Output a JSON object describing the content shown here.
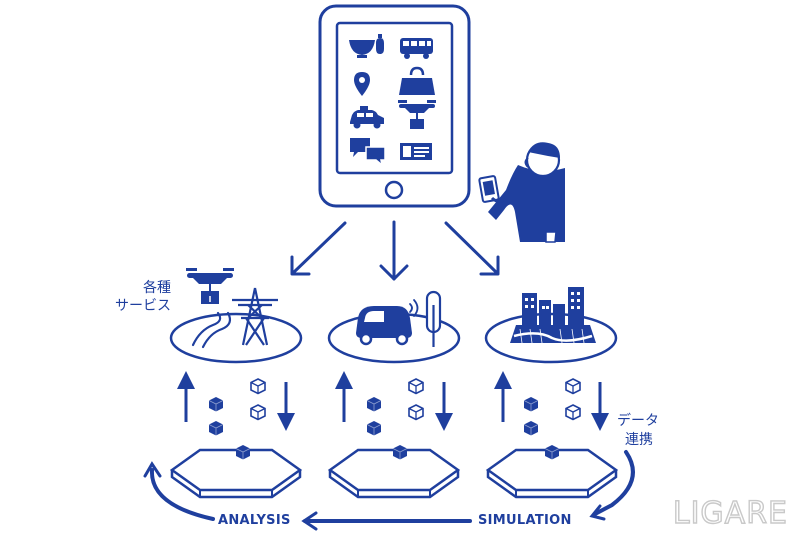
{
  "labels": {
    "services_line1": "各種",
    "services_line2": "サービス",
    "data_line1": "データ",
    "data_line2": "連携",
    "analysis": "ANALYSIS",
    "simulation": "SIMULATION"
  },
  "brand": {
    "logo_text": "LIGARE"
  },
  "colors": {
    "primary": "#1f3f9e",
    "logo_outline": "#c9c9c9",
    "background": "#ffffff"
  },
  "icons": {
    "tablet_apps": [
      "food-bowl-icon",
      "bus-icon",
      "map-pin-icon",
      "shopping-bag-icon",
      "taxi-icon",
      "drone-delivery-icon",
      "chat-bubbles-icon",
      "id-card-icon"
    ],
    "scenes": [
      "drone-and-power-tower-scene",
      "autonomous-vehicle-scene",
      "city-buildings-scene"
    ]
  }
}
